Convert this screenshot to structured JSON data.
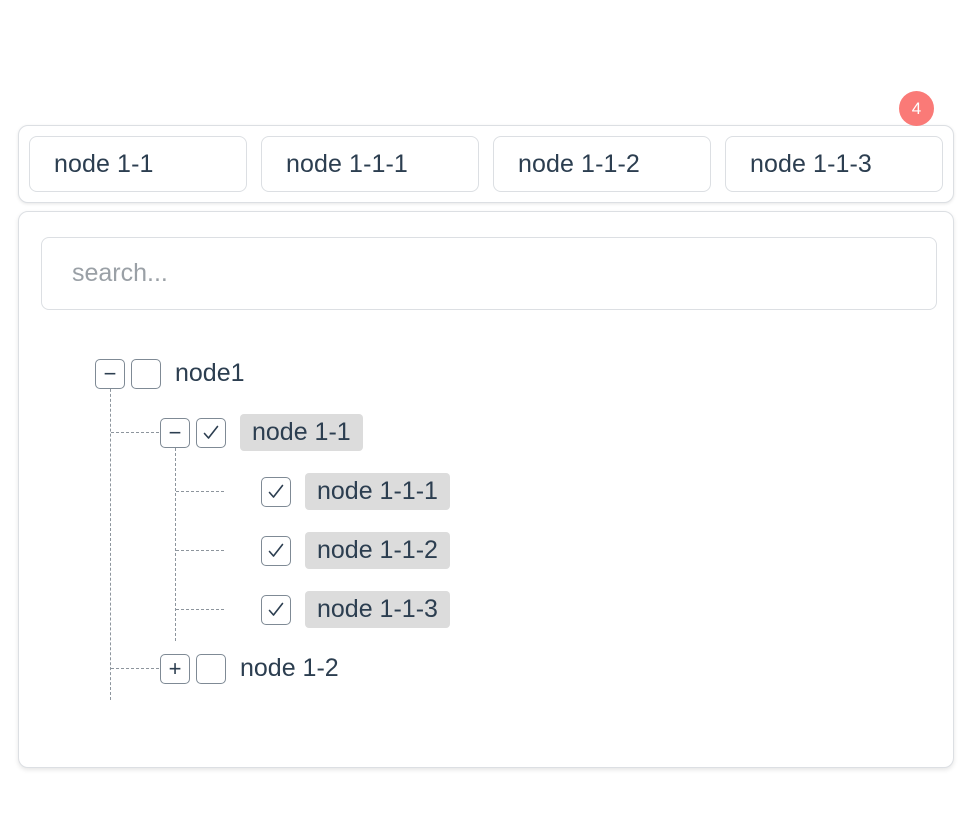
{
  "selection_bar": {
    "badge_count": "4",
    "badge_color": "#fa7a77",
    "tags": [
      {
        "label": "node 1-1"
      },
      {
        "label": "node 1-1-1"
      },
      {
        "label": "node 1-1-2"
      },
      {
        "label": "node 1-1-3"
      }
    ]
  },
  "search": {
    "placeholder": "search...",
    "value": ""
  },
  "tree": {
    "selected_highlight_color": "#dcdcdc",
    "nodes": [
      {
        "label": "node1",
        "depth": 0,
        "toggle": "−",
        "expanded": "true",
        "checked": "false",
        "selected": "false"
      },
      {
        "label": "node 1-1",
        "depth": 1,
        "toggle": "−",
        "expanded": "true",
        "checked": "true",
        "selected": "true"
      },
      {
        "label": "node 1-1-1",
        "depth": 2,
        "toggle": "",
        "expanded": "",
        "checked": "true",
        "selected": "true"
      },
      {
        "label": "node 1-1-2",
        "depth": 2,
        "toggle": "",
        "expanded": "",
        "checked": "true",
        "selected": "true"
      },
      {
        "label": "node 1-1-3",
        "depth": 2,
        "toggle": "",
        "expanded": "",
        "checked": "true",
        "selected": "true"
      },
      {
        "label": "node 1-2",
        "depth": 1,
        "toggle": "+",
        "expanded": "false",
        "checked": "false",
        "selected": "false"
      }
    ]
  }
}
